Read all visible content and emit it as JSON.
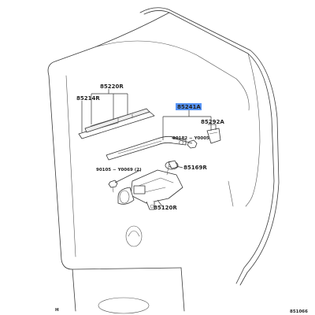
{
  "callouts": {
    "p85220r": "85220R",
    "p85214r": "85214R",
    "p85241a": "85241A",
    "p85292a": "85292A",
    "p90182": "90182 − Y0005",
    "p90105": "90105 − Y0069 (2)",
    "p85169r": "85169R",
    "p85120r": "85120R"
  },
  "footer": {
    "corner_mark": "H",
    "figure_id": "851066"
  },
  "colors": {
    "highlight": "#3b82f6",
    "ink": "#333333"
  }
}
